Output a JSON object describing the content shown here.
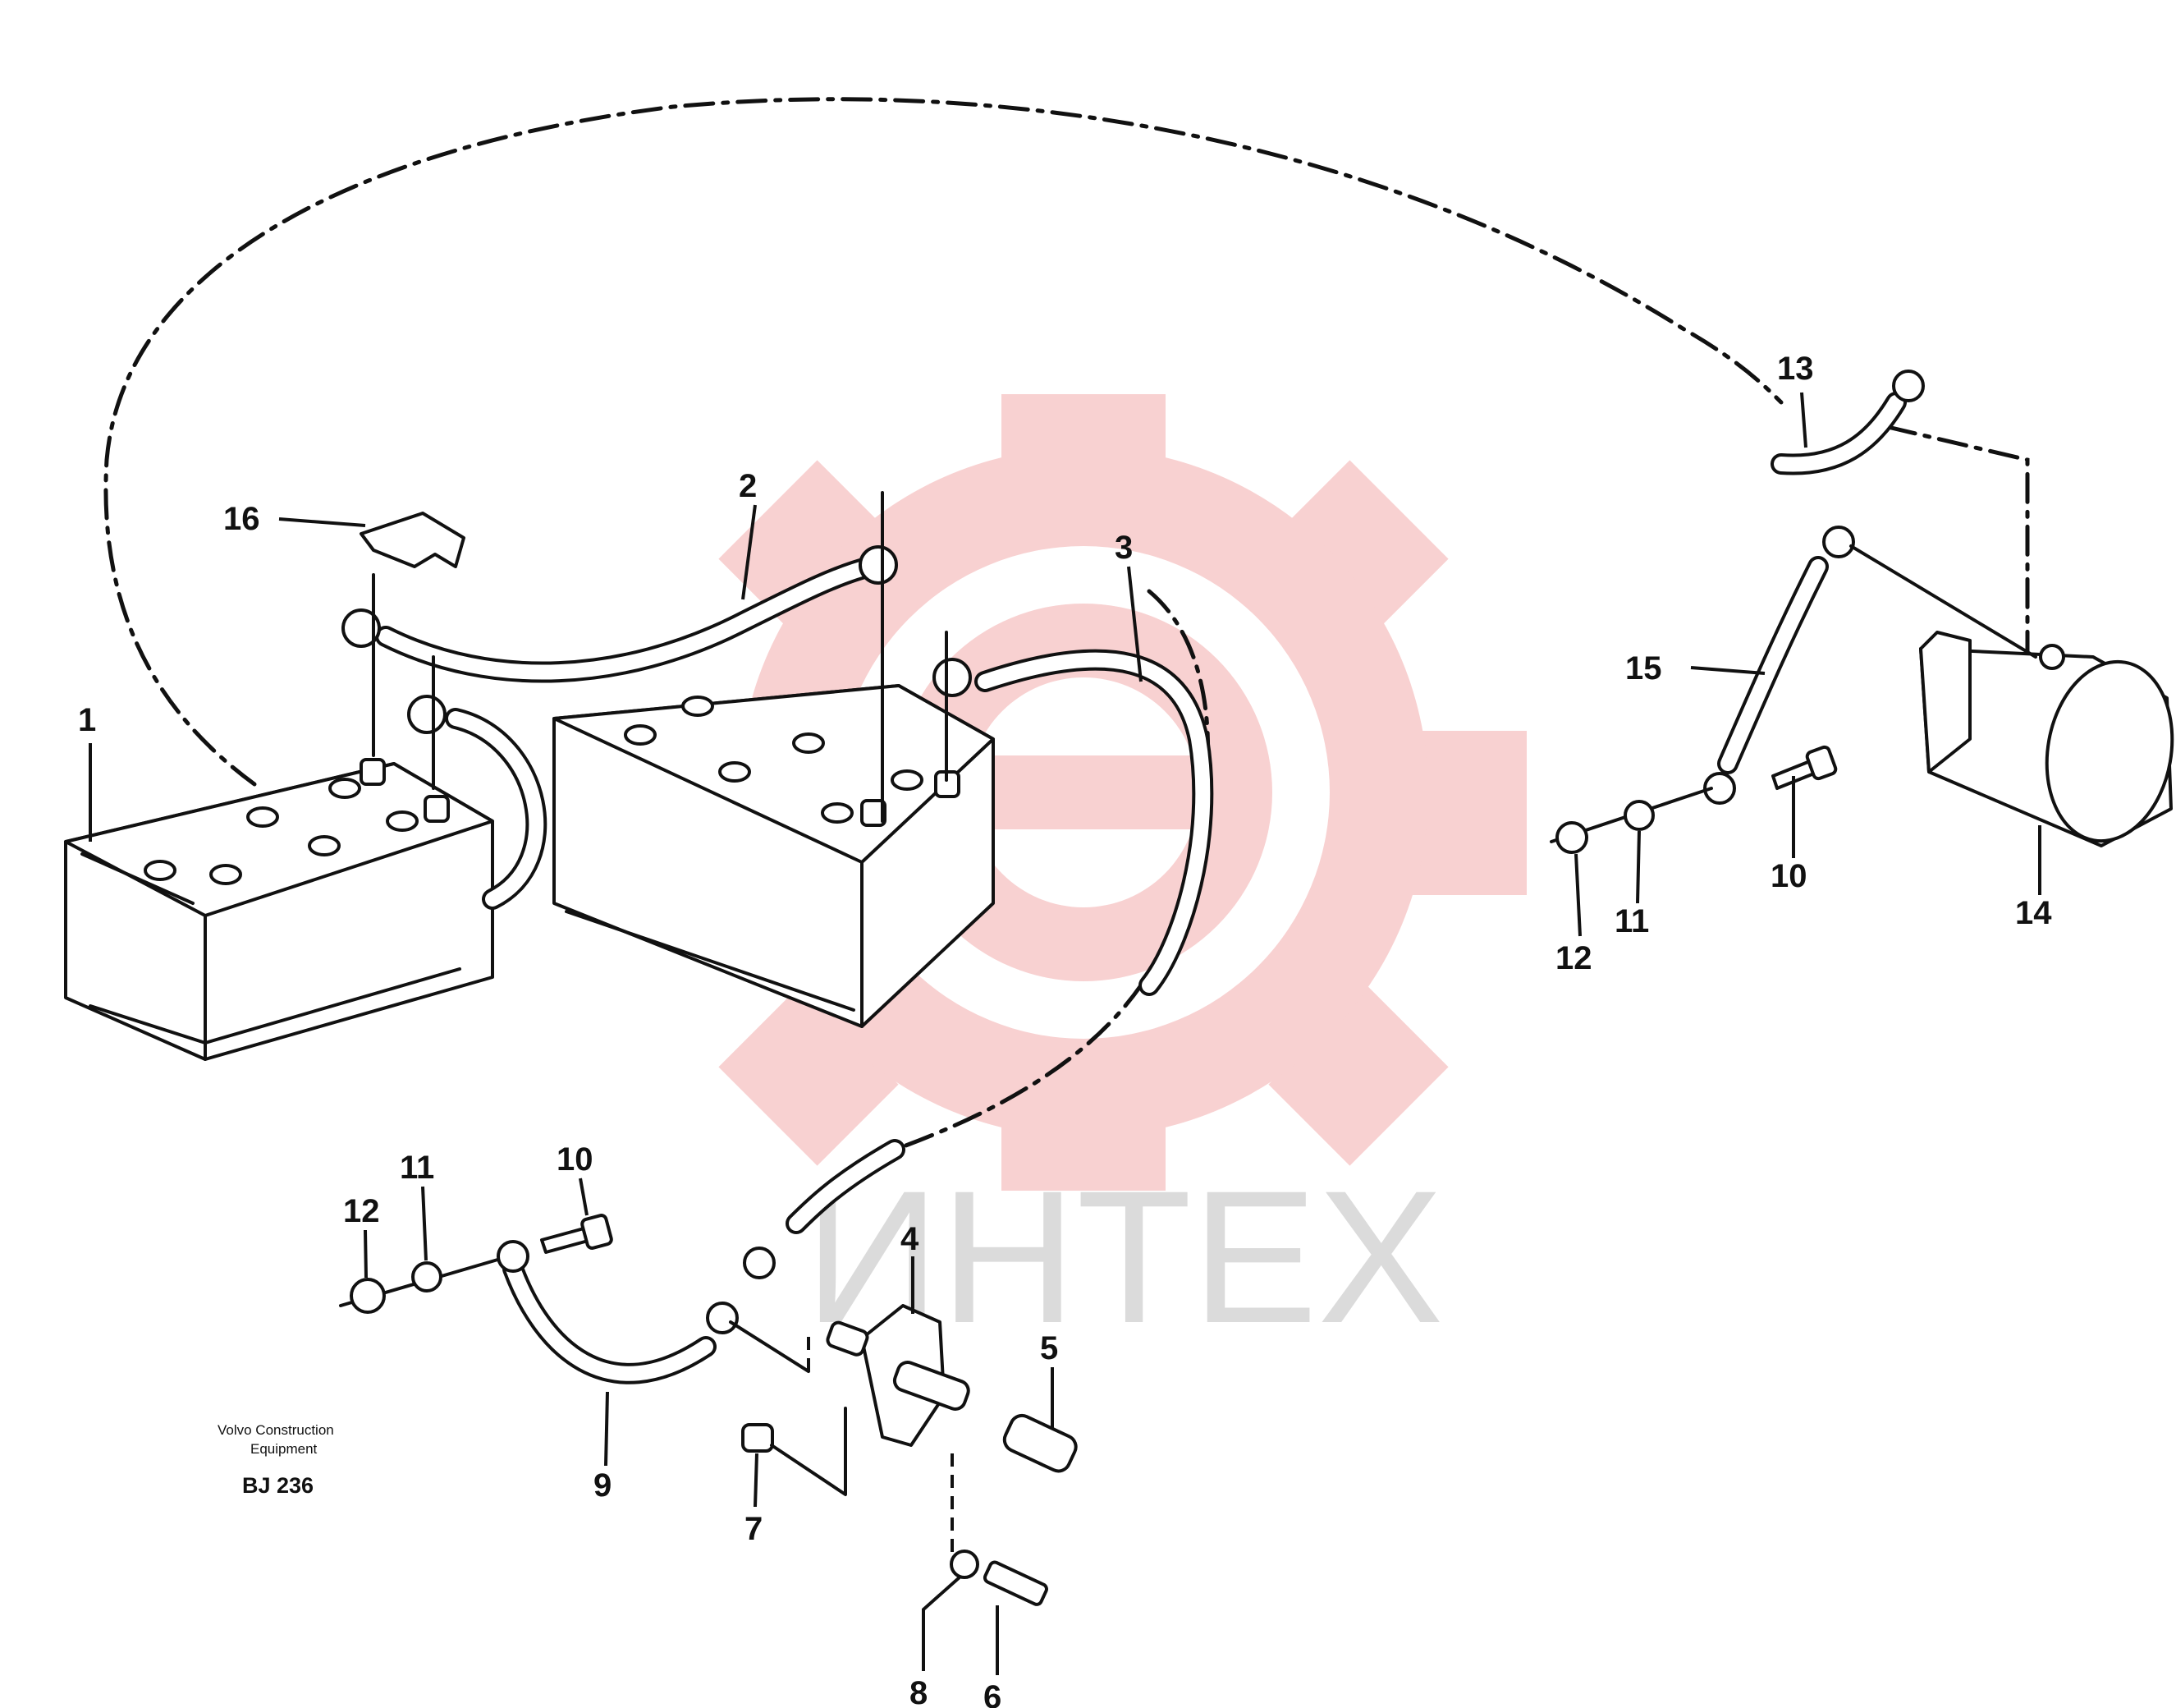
{
  "credits": {
    "line1": "Volvo Construction",
    "line2": "Equipment",
    "reference": "BJ 236"
  },
  "watermark": {
    "text": "ИНТЕХ",
    "gear_color": "#f7c9c9",
    "text_color": "#cfcfcf"
  },
  "callouts": {
    "c1": "1",
    "c2": "2",
    "c3": "3",
    "c4": "4",
    "c5": "5",
    "c6": "6",
    "c7": "7",
    "c8": "8",
    "c9": "9",
    "c10a": "10",
    "c10b": "10",
    "c11a": "11",
    "c11b": "11",
    "c12a": "12",
    "c12b": "12",
    "c13": "13",
    "c14": "14",
    "c15": "15",
    "c16": "16"
  },
  "colors": {
    "ink": "#111111",
    "background": "#ffffff"
  }
}
